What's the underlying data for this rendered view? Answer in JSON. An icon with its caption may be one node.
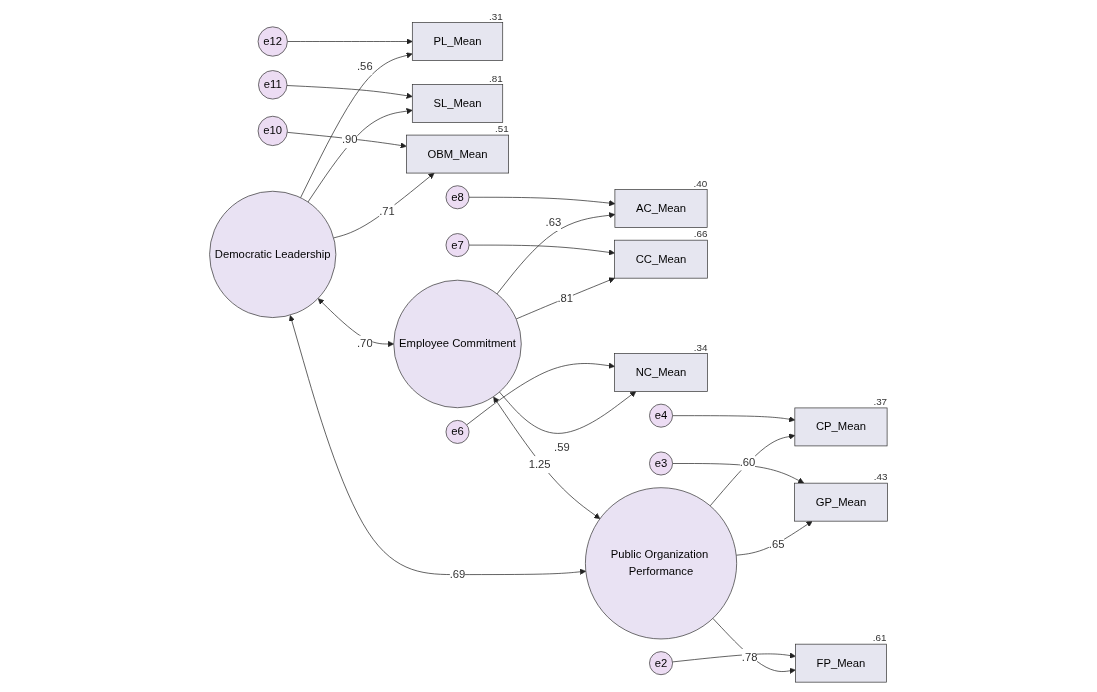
{
  "diagram": {
    "nodes": [
      {
        "text": [
          "e12"
        ]
      },
      {
        "text": [
          "PL_Mean"
        ],
        "beside": [
          ".31"
        ]
      },
      {
        "text": [
          "e11"
        ]
      },
      {
        "text": [
          "SL_Mean"
        ],
        "beside": [
          ".81"
        ]
      },
      {
        "text": [
          "e10"
        ]
      },
      {
        "text": [
          "OBM_Mean"
        ],
        "beside": [
          ".51"
        ]
      },
      {
        "text": [
          "Democratic Leadership"
        ]
      },
      {
        "text": [
          "e8"
        ]
      },
      {
        "text": [
          "AC_Mean"
        ],
        "beside": [
          ".40"
        ]
      },
      {
        "text": [
          "e7"
        ]
      },
      {
        "text": [
          "CC_Mean"
        ],
        "beside": [
          ".66"
        ]
      },
      {
        "text": [
          "e6"
        ]
      },
      {
        "text": [
          "NC_Mean"
        ],
        "beside": [
          ".34"
        ]
      },
      {
        "text": [
          "Employee Commitment"
        ]
      },
      {
        "text": [
          "e4"
        ]
      },
      {
        "text": [
          "CP_Mean"
        ],
        "beside": [
          ".37"
        ]
      },
      {
        "text": [
          "e3"
        ]
      },
      {
        "text": [
          "GP_Mean"
        ],
        "beside": [
          ".43"
        ]
      },
      {
        "text": [
          "e2"
        ]
      },
      {
        "text": [
          "FP_Mean"
        ],
        "beside": [
          ".61"
        ]
      },
      {
        "text": [
          "Public Organization Performance"
        ]
      }
    ],
    "edges": [
      {
        "from": 0,
        "to": 1,
        "arrow": "to"
      },
      {
        "from": 2,
        "to": 3,
        "arrow": "to"
      },
      {
        "from": 4,
        "to": 5,
        "arrow": "to"
      },
      {
        "from": 6,
        "to": 1,
        "arrow": "to",
        "label": ".56"
      },
      {
        "from": 6,
        "to": 3,
        "arrow": "to",
        "label": ".90"
      },
      {
        "from": 6,
        "to": 5,
        "arrow": "to",
        "label": ".71"
      },
      {
        "from": 7,
        "to": 8,
        "arrow": "to"
      },
      {
        "from": 9,
        "to": 10,
        "arrow": "to"
      },
      {
        "from": 11,
        "to": 12,
        "arrow": "to"
      },
      {
        "from": 13,
        "to": 8,
        "arrow": "to",
        "label": ".63"
      },
      {
        "from": 13,
        "to": 10,
        "arrow": "to",
        "label": ".81"
      },
      {
        "from": 13,
        "to": 12,
        "arrow": "to",
        "label": ".59"
      },
      {
        "from": 14,
        "to": 15,
        "arrow": "to"
      },
      {
        "from": 16,
        "to": 17,
        "arrow": "to"
      },
      {
        "from": 18,
        "to": 19,
        "arrow": "to"
      },
      {
        "from": 20,
        "to": 15,
        "arrow": "to",
        "label": ".60"
      },
      {
        "from": 20,
        "to": 17,
        "arrow": "to",
        "label": ".65"
      },
      {
        "from": 20,
        "to": 19,
        "arrow": "to",
        "label": ".78"
      },
      {
        "from": 6,
        "to": 13,
        "arrow": "both",
        "label": ".70"
      },
      {
        "from": 13,
        "to": 20,
        "arrow": "both",
        "label": "1.25"
      },
      {
        "from": 6,
        "to": 20,
        "arrow": "both",
        "label": ".69"
      }
    ]
  }
}
